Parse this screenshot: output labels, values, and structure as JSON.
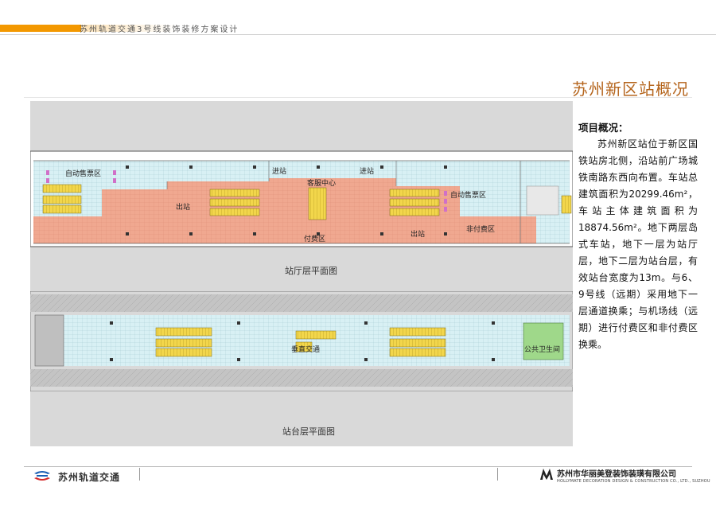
{
  "header": {
    "title": "苏州轨道交通3号线装饰装修方案设计"
  },
  "page": {
    "title": "苏州新区站概况"
  },
  "hall_plan": {
    "caption": "站厅层平面图",
    "labels": {
      "vending_left": "自动售票区",
      "entry_left": "进站",
      "entry_right": "进站",
      "service_center": "客服中心",
      "exit_left": "出站",
      "exit_right": "出站",
      "vending_right": "自动售票区",
      "paid_area": "付费区",
      "unpaid_area": "非付费区"
    }
  },
  "platform_plan": {
    "caption": "站台层平面图",
    "labels": {
      "vertical_transport": "垂直交通",
      "restroom": "公共卫生间"
    }
  },
  "description": {
    "title": "项目概况：",
    "body": "苏州新区站位于新区国铁站房北侧，沿站前广场城铁南路东西向布置。车站总建筑面积为20299.46m²，车站主体建筑面积为18874.56m²。地下两层岛式车站，地下一层为站厅层，地下二层为站台层，有效站台宽度为13m。与6、9号线（远期）采用地下一层通道换乘；与机场线（远期）进行付费区和非付费区换乘。"
  },
  "footer": {
    "brand": "苏州轨道交通",
    "company_cn": "苏州市华丽美登装饰装璜有限公司",
    "company_en": "HOLLYMATE DECORATION DESIGN & CONSTRUCTION CO., LTD., SUZHOU"
  },
  "colors": {
    "accent_orange": "#f39800",
    "title_brown": "#b5651d",
    "paid_salmon": "#f0a890",
    "unpaid_cyan": "#d8f0f4",
    "escalator_yellow": "#f2d64b",
    "restroom_green": "#9fd88a",
    "vending_magenta": "#d070c8"
  }
}
